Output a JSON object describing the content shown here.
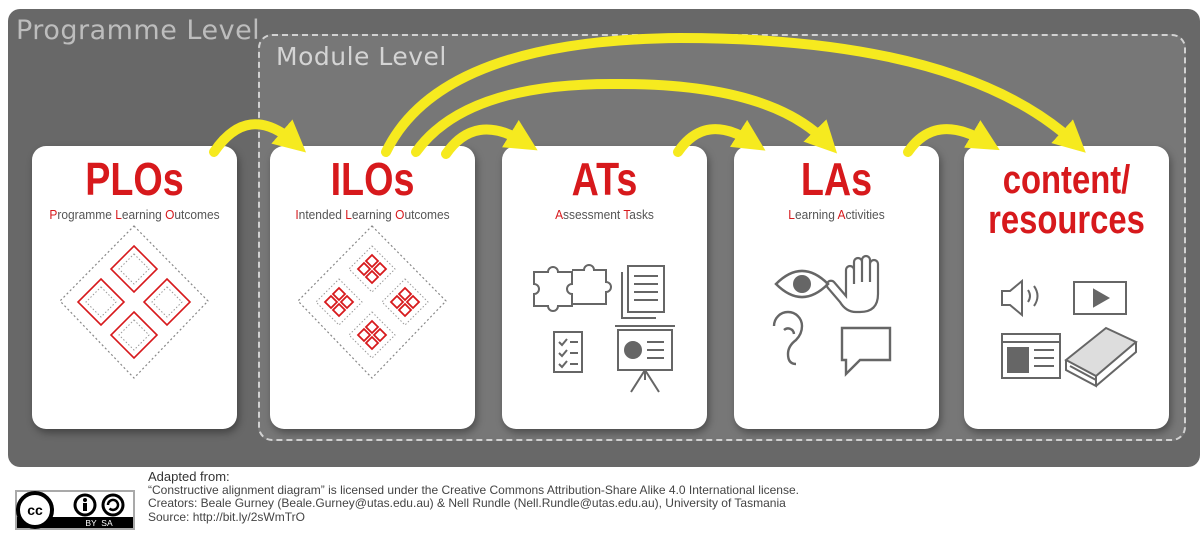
{
  "frame": {
    "programme_label": "Programme Level",
    "module_label": "Module Level"
  },
  "cards": [
    {
      "title": "PLOs",
      "sub_parts": [
        [
          "P",
          "rogramme "
        ],
        [
          "L",
          "earning "
        ],
        [
          "O",
          "utcomes"
        ]
      ]
    },
    {
      "title": "ILOs",
      "sub_parts": [
        [
          "I",
          "ntended "
        ],
        [
          "L",
          "earning "
        ],
        [
          "O",
          "utcomes"
        ]
      ]
    },
    {
      "title": "ATs",
      "sub_parts": [
        [
          "A",
          "ssessment "
        ],
        [
          "T",
          "asks"
        ]
      ]
    },
    {
      "title": "LAs",
      "sub_parts": [
        [
          "L",
          "earning "
        ],
        [
          "A",
          "ctivities"
        ]
      ]
    },
    {
      "title_lines": [
        "content/",
        "resources"
      ]
    }
  ],
  "footer": {
    "heading": "Adapted from:",
    "line1": "“Constructive alignment diagram” is licensed under the Creative Commons Attribution-Share Alike 4.0 International license.",
    "line2": "Creators: Beale Gurney (Beale.Gurney@utas.edu.au) & Nell Rundle (Nell.Rundle@utas.edu.au), University of Tasmania",
    "line3": "Source: http://bit.ly/2sWmTrO"
  },
  "license_badge": {
    "text": "BY  SA"
  },
  "colors": {
    "accent_red": "#d7191c",
    "arrow_yellow": "#f6ea1f",
    "frame_dark": "#686868",
    "frame_inner": "#777777"
  }
}
